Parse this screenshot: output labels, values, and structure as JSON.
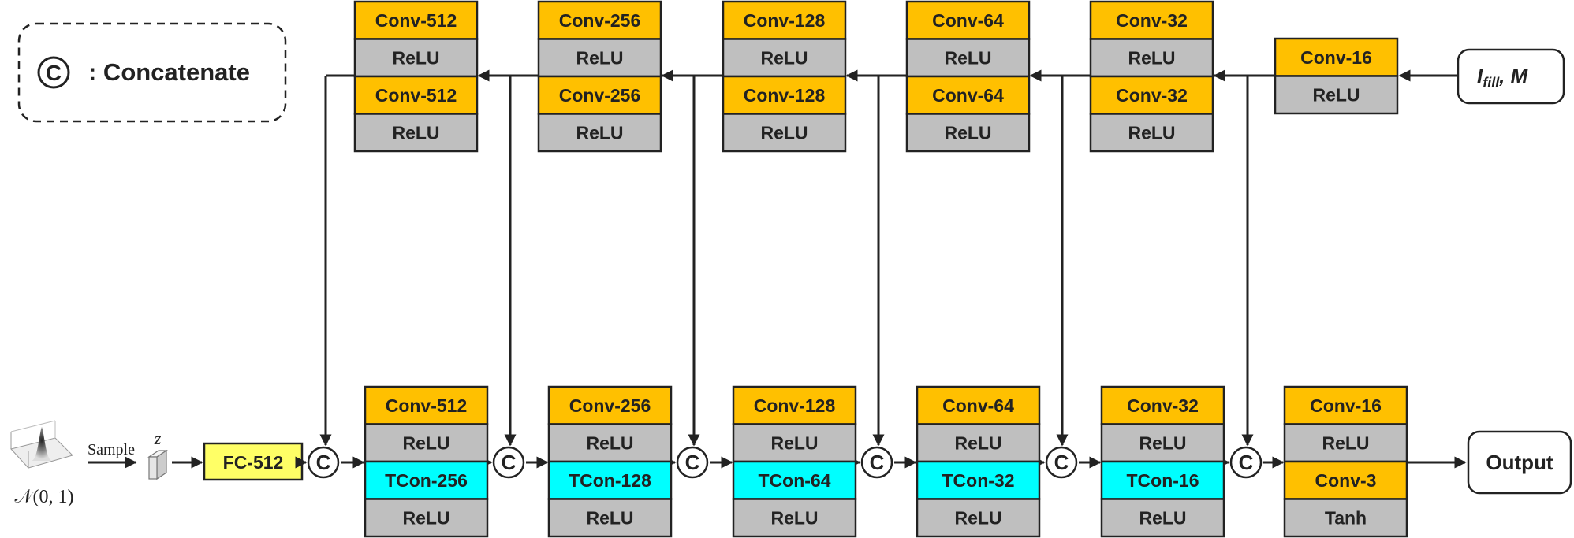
{
  "legend": {
    "symbol": "C",
    "label": ": Concatenate"
  },
  "input": {
    "label": "I",
    "subscript": "fill",
    "suffix": ", M"
  },
  "output": {
    "label": "Output"
  },
  "noise": {
    "sample_label": "Sample",
    "z_label": "z",
    "dist_label": "𝒩(0, 1)"
  },
  "fc": {
    "label": "FC-512"
  },
  "concat_symbol": "C",
  "colors": {
    "conv": "#ffc000",
    "relu": "#bfbfbf",
    "tconv": "#00ffff",
    "fc": "#ffff66",
    "stroke": "#222222"
  },
  "encoder": [
    {
      "name": "enc-512",
      "layers": [
        {
          "label": "Conv-512",
          "kind": "conv"
        },
        {
          "label": "ReLU",
          "kind": "relu"
        },
        {
          "label": "Conv-512",
          "kind": "conv"
        },
        {
          "label": "ReLU",
          "kind": "relu"
        }
      ]
    },
    {
      "name": "enc-256",
      "layers": [
        {
          "label": "Conv-256",
          "kind": "conv"
        },
        {
          "label": "ReLU",
          "kind": "relu"
        },
        {
          "label": "Conv-256",
          "kind": "conv"
        },
        {
          "label": "ReLU",
          "kind": "relu"
        }
      ]
    },
    {
      "name": "enc-128",
      "layers": [
        {
          "label": "Conv-128",
          "kind": "conv"
        },
        {
          "label": "ReLU",
          "kind": "relu"
        },
        {
          "label": "Conv-128",
          "kind": "conv"
        },
        {
          "label": "ReLU",
          "kind": "relu"
        }
      ]
    },
    {
      "name": "enc-64",
      "layers": [
        {
          "label": "Conv-64",
          "kind": "conv"
        },
        {
          "label": "ReLU",
          "kind": "relu"
        },
        {
          "label": "Conv-64",
          "kind": "conv"
        },
        {
          "label": "ReLU",
          "kind": "relu"
        }
      ]
    },
    {
      "name": "enc-32",
      "layers": [
        {
          "label": "Conv-32",
          "kind": "conv"
        },
        {
          "label": "ReLU",
          "kind": "relu"
        },
        {
          "label": "Conv-32",
          "kind": "conv"
        },
        {
          "label": "ReLU",
          "kind": "relu"
        }
      ]
    },
    {
      "name": "enc-16",
      "layers": [
        {
          "label": "Conv-16",
          "kind": "conv"
        },
        {
          "label": "ReLU",
          "kind": "relu"
        }
      ]
    }
  ],
  "decoder": [
    {
      "name": "dec-512",
      "layers": [
        {
          "label": "Conv-512",
          "kind": "conv"
        },
        {
          "label": "ReLU",
          "kind": "relu"
        },
        {
          "label": "TCon-256",
          "kind": "tconv"
        },
        {
          "label": "ReLU",
          "kind": "relu"
        }
      ]
    },
    {
      "name": "dec-256",
      "layers": [
        {
          "label": "Conv-256",
          "kind": "conv"
        },
        {
          "label": "ReLU",
          "kind": "relu"
        },
        {
          "label": "TCon-128",
          "kind": "tconv"
        },
        {
          "label": "ReLU",
          "kind": "relu"
        }
      ]
    },
    {
      "name": "dec-128",
      "layers": [
        {
          "label": "Conv-128",
          "kind": "conv"
        },
        {
          "label": "ReLU",
          "kind": "relu"
        },
        {
          "label": "TCon-64",
          "kind": "tconv"
        },
        {
          "label": "ReLU",
          "kind": "relu"
        }
      ]
    },
    {
      "name": "dec-64",
      "layers": [
        {
          "label": "Conv-64",
          "kind": "conv"
        },
        {
          "label": "ReLU",
          "kind": "relu"
        },
        {
          "label": "TCon-32",
          "kind": "tconv"
        },
        {
          "label": "ReLU",
          "kind": "relu"
        }
      ]
    },
    {
      "name": "dec-32",
      "layers": [
        {
          "label": "Conv-32",
          "kind": "conv"
        },
        {
          "label": "ReLU",
          "kind": "relu"
        },
        {
          "label": "TCon-16",
          "kind": "tconv"
        },
        {
          "label": "ReLU",
          "kind": "relu"
        }
      ]
    },
    {
      "name": "dec-16",
      "layers": [
        {
          "label": "Conv-16",
          "kind": "conv"
        },
        {
          "label": "ReLU",
          "kind": "relu"
        },
        {
          "label": "Conv-3",
          "kind": "conv"
        },
        {
          "label": "Tanh",
          "kind": "relu"
        }
      ]
    }
  ]
}
